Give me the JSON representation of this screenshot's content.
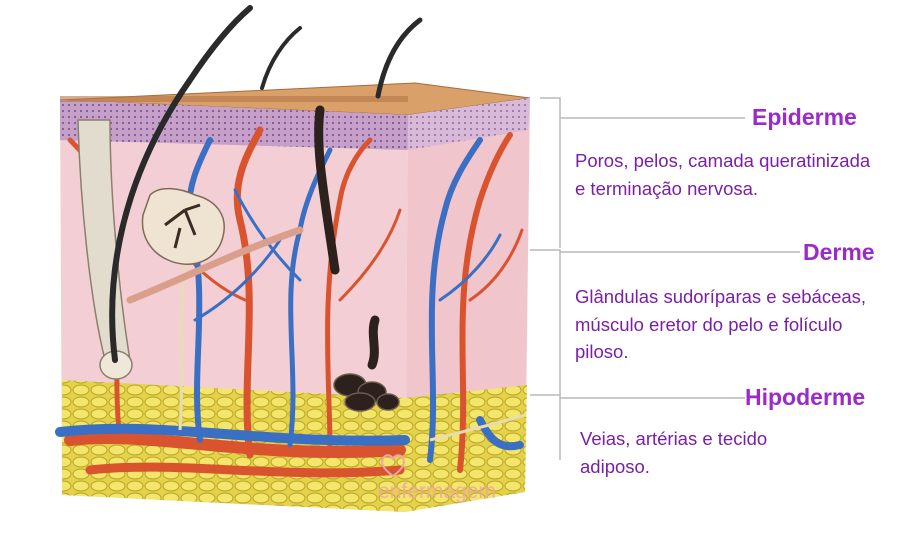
{
  "labels": {
    "epiderme": {
      "title": "Epiderme",
      "description": "Poros, pelos, camada queratinizada e terminação nervosa."
    },
    "derme": {
      "title": "Derme",
      "description": "Glândulas sudoríparas e sebáceas, músculo eretor do pelo e folículo piloso."
    },
    "hipoderme": {
      "title": "Hipoderme",
      "description": "Veias, artérias e tecido adiposo."
    }
  },
  "watermark": {
    "text": "enfermagem"
  },
  "colors": {
    "label_text": "#9b2bc9",
    "epidermis": "#c9a6c8",
    "dermis": "#f2c9cf",
    "hypodermis_fat": "#e8d84a",
    "artery": "#d9542e",
    "vein": "#3a6fc4",
    "hair": "#2a2a2a"
  }
}
